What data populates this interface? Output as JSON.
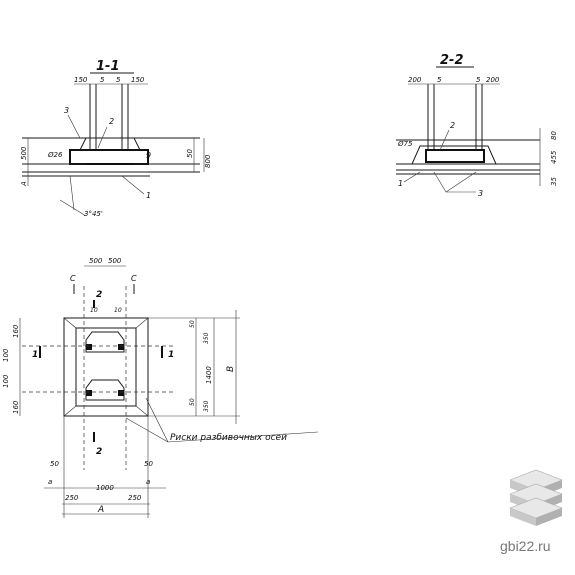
{
  "section_1": {
    "title": "1-1",
    "dims_top": [
      "150",
      "5",
      "5",
      "150"
    ],
    "dim_left": "500",
    "dim_right_small": "50",
    "dim_right": "800",
    "dim_a": "A",
    "dim_diam": "Ø26",
    "chamfer": "3°45'",
    "callouts": [
      "3",
      "2",
      "9",
      "1"
    ]
  },
  "section_2": {
    "title": "2-2",
    "dims_top": [
      "200",
      "5",
      "5",
      "200"
    ],
    "dim_diam": "Ø75",
    "dims_right": [
      "80",
      "455",
      "35"
    ],
    "callouts": [
      "2",
      "1",
      "3"
    ]
  },
  "plan": {
    "dims_top": [
      "500",
      "500"
    ],
    "section_c_left": "C",
    "section_c_right": "C",
    "section_2_top": "2",
    "section_2_bottom": "2",
    "section_1_left": "1",
    "section_1_right": "1",
    "dim_10_a": "10",
    "dim_10_b": "10",
    "dims_left": [
      "160",
      "100",
      "100",
      "160"
    ],
    "dims_right_inner": [
      "50",
      "350",
      "50",
      "350"
    ],
    "dim_1400": "1400",
    "dim_b": "B",
    "dim_a_left": "a",
    "dim_a_right": "a",
    "dim_50_left": "50",
    "dim_50_right": "50",
    "dims_bottom": [
      "250",
      "1000",
      "250"
    ],
    "dim_a_bottom": "A",
    "label_risks": "Риски разбивочных осей"
  },
  "watermark": {
    "text": "gbi22.ru"
  }
}
